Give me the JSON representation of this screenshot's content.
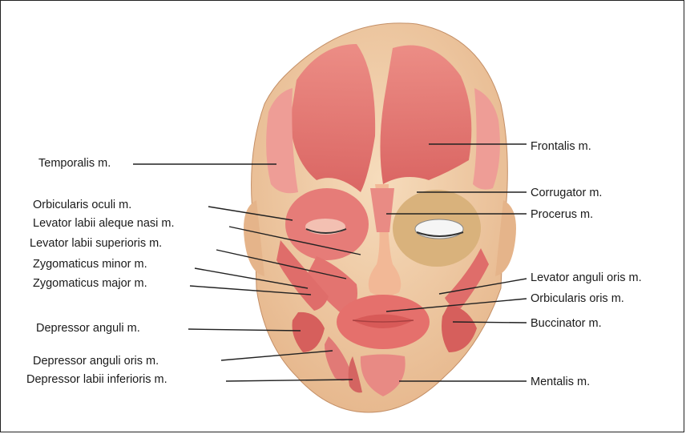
{
  "colors": {
    "skin": "#f2cfa8",
    "muscle": "#e06b6b",
    "muscle_light": "#f0a09a",
    "line": "#222222",
    "text": "#1a1a1a"
  },
  "labels_left": {
    "temporalis": "Temporalis m.",
    "orbicularis_oculi": "Orbicularis oculi m.",
    "levator_labii_aleque_nasi": "Levator labii aleque nasi m.",
    "levator_labii_superioris": "Levator labii superioris m.",
    "zygomaticus_minor": "Zygomaticus minor m.",
    "zygomaticus_major": "Zygomaticus major m.",
    "depressor_anguli": "Depressor anguli m.",
    "depressor_anguli_oris": "Depressor anguli oris m.",
    "depressor_labii_inferioris": "Depressor labii inferioris m."
  },
  "labels_right": {
    "frontalis": "Frontalis m.",
    "corrugator": "Corrugator m.",
    "procerus": "Procerus m.",
    "levator_anguli_oris": "Levator anguli oris m.",
    "orbicularis_oris": "Orbicularis oris m.",
    "buccinator": "Buccinator m.",
    "mentalis": "Mentalis m."
  }
}
